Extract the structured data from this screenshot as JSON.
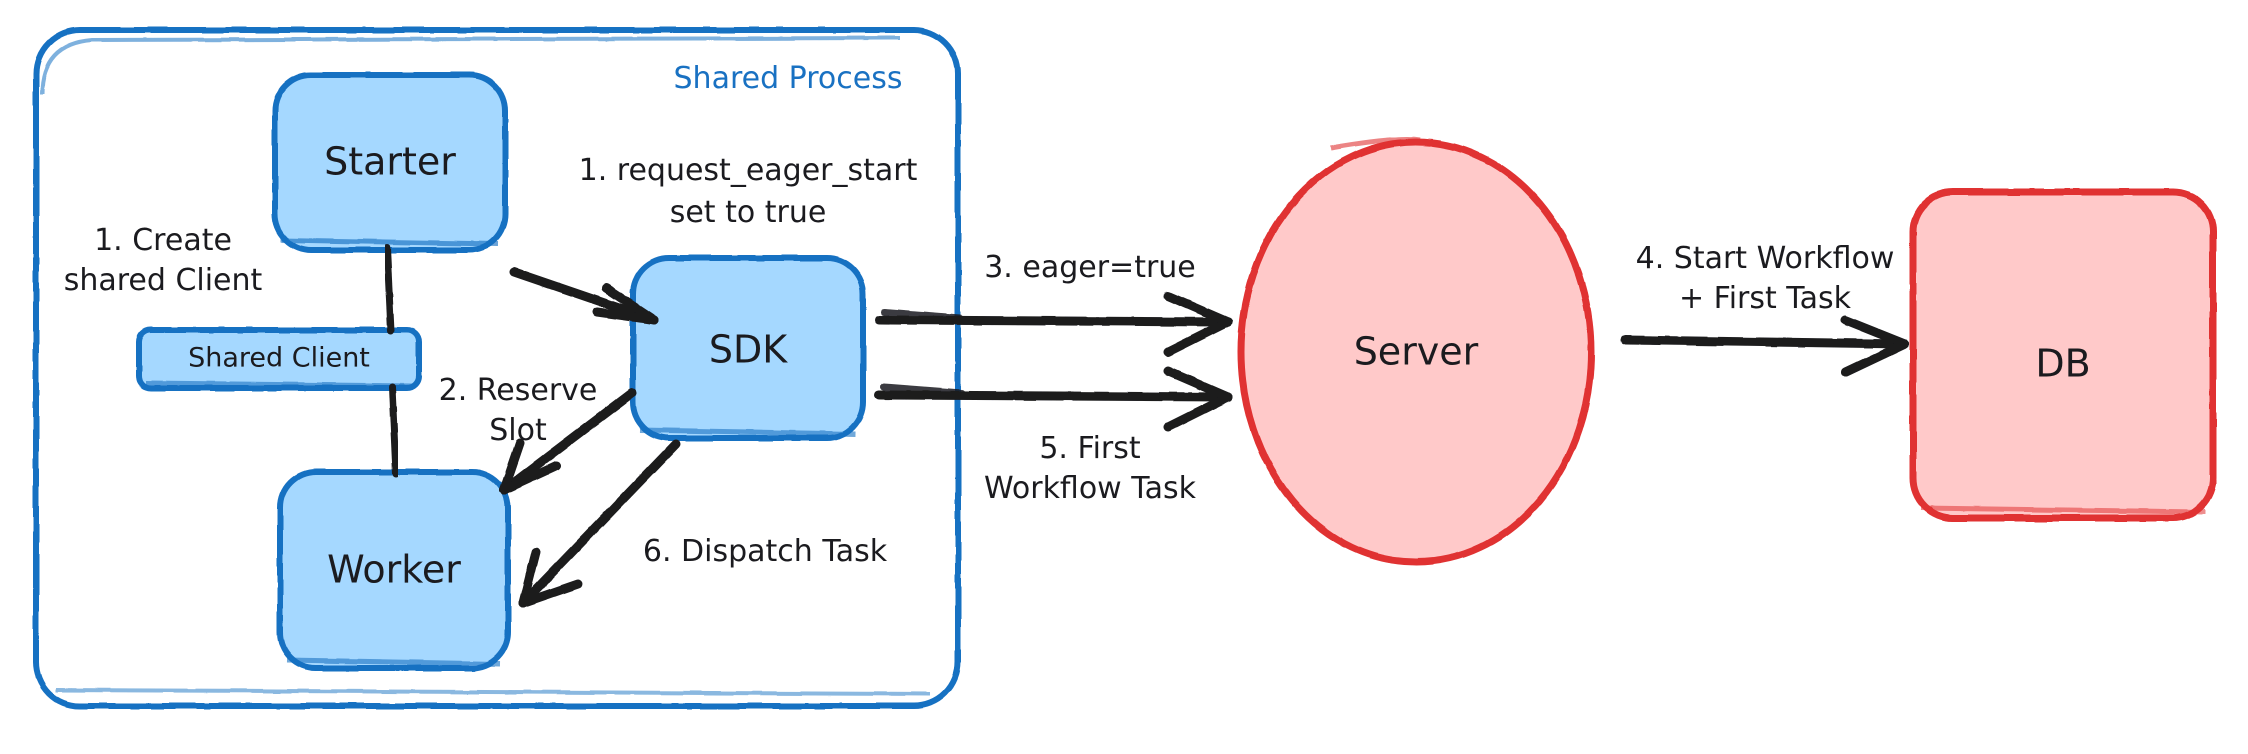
{
  "diagram": {
    "title": "Eager Workflow Start flow",
    "colors": {
      "blue_fill": "#a5d8ff",
      "blue_stroke": "#1971c2",
      "red_fill": "#ffc9c9",
      "red_stroke": "#e03131",
      "ink": "#1b1b1f",
      "background": "#ffffff"
    },
    "group": {
      "name": "shared-process-group",
      "label": "Shared Process"
    },
    "nodes": [
      {
        "id": "starter",
        "label": "Starter",
        "shape": "rounded-rect",
        "fill": "blue"
      },
      {
        "id": "shared-client",
        "label": "Shared Client",
        "shape": "rounded-rect",
        "fill": "blue"
      },
      {
        "id": "worker",
        "label": "Worker",
        "shape": "rounded-rect",
        "fill": "blue"
      },
      {
        "id": "sdk",
        "label": "SDK",
        "shape": "rounded-rect",
        "fill": "blue"
      },
      {
        "id": "server",
        "label": "Server",
        "shape": "ellipse",
        "fill": "red"
      },
      {
        "id": "db",
        "label": "DB",
        "shape": "rounded-rect",
        "fill": "red"
      }
    ],
    "edges": [
      {
        "id": "e1",
        "from": "starter",
        "to": "shared-client",
        "label": "1. Create\nshared Client",
        "label_lines": [
          "1. Create",
          "shared Client"
        ],
        "arrow": false
      },
      {
        "id": "e2",
        "from": "starter",
        "to": "sdk",
        "label": "1. request_eager_start\nset to true",
        "label_lines": [
          "1. request_eager_start",
          "set to true"
        ],
        "arrow": true
      },
      {
        "id": "e3",
        "from": "sdk",
        "to": "worker",
        "label": "2. Reserve\nSlot",
        "label_lines": [
          "2. Reserve",
          "Slot"
        ],
        "arrow": true
      },
      {
        "id": "e4",
        "from": "sdk",
        "to": "server",
        "label": "3. eager=true",
        "label_lines": [
          "3. eager=true"
        ],
        "arrow": true
      },
      {
        "id": "e5",
        "from": "server",
        "to": "db",
        "label": "4. Start Workflow\n+ First Task",
        "label_lines": [
          "4. Start Workflow",
          "+ First Task"
        ],
        "arrow": true
      },
      {
        "id": "e6",
        "from": "server",
        "to": "sdk",
        "label": "5. First\nWorkflow Task",
        "label_lines": [
          "5. First",
          "Workflow Task"
        ],
        "arrow": true
      },
      {
        "id": "e7",
        "from": "sdk",
        "to": "worker",
        "label": "6. Dispatch Task",
        "label_lines": [
          "6. Dispatch Task"
        ],
        "arrow": true
      }
    ],
    "text": {
      "group_title": "Shared Process",
      "starter": "Starter",
      "shared_client": "Shared Client",
      "worker": "Worker",
      "sdk": "SDK",
      "server": "Server",
      "db": "DB",
      "l1a": "1. Create",
      "l1b": "shared Client",
      "l2a": "1. request_eager_start",
      "l2b": "set to true",
      "l3a": "2. Reserve",
      "l3b": "Slot",
      "l4a": "3. eager=true",
      "l5a": "4. Start Workflow",
      "l5b": "+ First Task",
      "l6a": "5. First",
      "l6b": "Workflow Task",
      "l7a": "6. Dispatch Task"
    }
  }
}
